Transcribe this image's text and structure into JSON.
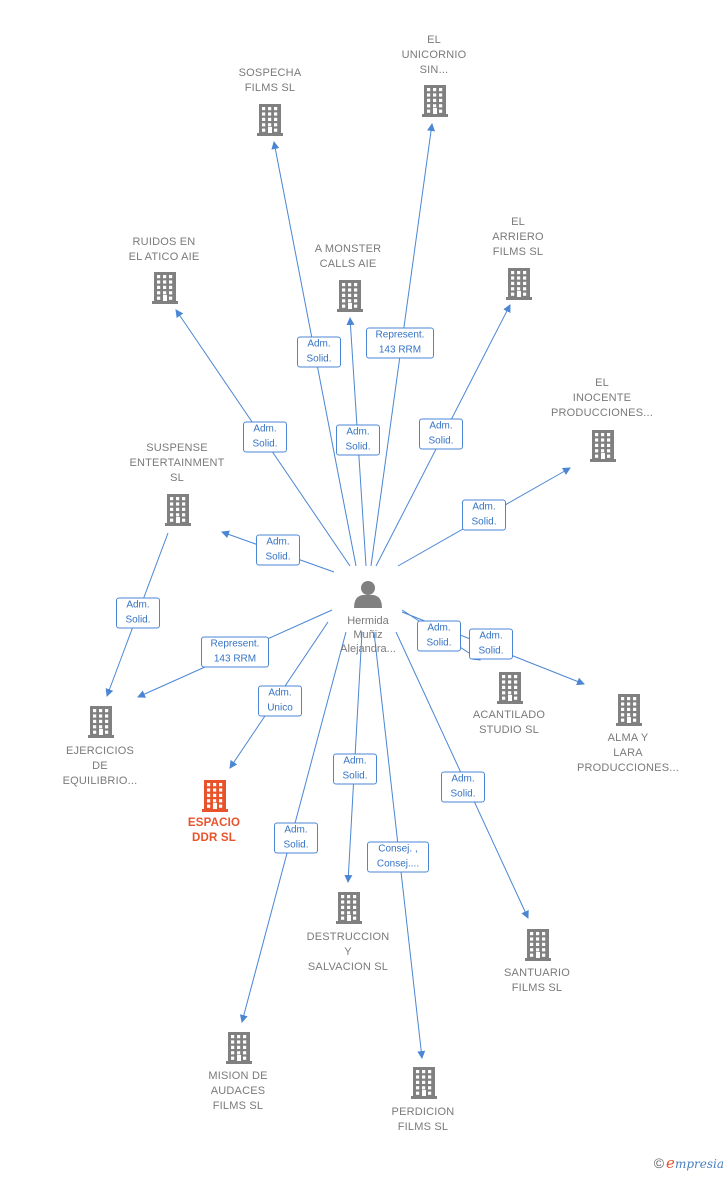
{
  "person": {
    "name": "Hermida\nMuñiz\nAlejandra...",
    "icon": "person-icon"
  },
  "companies": [
    {
      "id": "sospecha",
      "name": "SOSPECHA\nFILMS  SL",
      "icon": "building-icon",
      "main": false
    },
    {
      "id": "unicornio",
      "name": "EL\nUNICORNIO\nSIN...",
      "icon": "building-icon",
      "main": false
    },
    {
      "id": "ruidos",
      "name": "RUIDOS EN\nEL ATICO AIE",
      "icon": "building-icon",
      "main": false
    },
    {
      "id": "monster",
      "name": "A MONSTER\nCALLS AIE",
      "icon": "building-icon",
      "main": false
    },
    {
      "id": "arriero",
      "name": "EL\nARRIERO\nFILMS  SL",
      "icon": "building-icon",
      "main": false
    },
    {
      "id": "inocente",
      "name": "EL\nINOCENTE\nPRODUCCIONES...",
      "icon": "building-icon",
      "main": false
    },
    {
      "id": "suspense",
      "name": "SUSPENSE\nENTERTAINMENT\nSL",
      "icon": "building-icon",
      "main": false
    },
    {
      "id": "ejercicios",
      "name": "EJERCICIOS\nDE\nEQUILIBRIO...",
      "icon": "building-icon",
      "main": false
    },
    {
      "id": "espacio",
      "name": "ESPACIO\nDDR  SL",
      "icon": "building-icon",
      "main": true
    },
    {
      "id": "acantilado",
      "name": "ACANTILADO\nSTUDIO  SL",
      "icon": "building-icon",
      "main": false
    },
    {
      "id": "almalara",
      "name": "ALMA Y\nLARA\nPRODUCCIONES...",
      "icon": "building-icon",
      "main": false
    },
    {
      "id": "destruccion",
      "name": "DESTRUCCION\nY\nSALVACION  SL",
      "icon": "building-icon",
      "main": false
    },
    {
      "id": "santuario",
      "name": "SANTUARIO\nFILMS  SL",
      "icon": "building-icon",
      "main": false
    },
    {
      "id": "mision",
      "name": "MISION DE\nAUDACES\nFILMS  SL",
      "icon": "building-icon",
      "main": false
    },
    {
      "id": "perdicion",
      "name": "PERDICION\nFILMS  SL",
      "icon": "building-icon",
      "main": false
    }
  ],
  "relations": [
    {
      "to": "sospecha",
      "label": "Adm.\nSolid."
    },
    {
      "to": "unicornio",
      "label": "Represent.\n143 RRM"
    },
    {
      "to": "ruidos",
      "label": "Adm.\nSolid."
    },
    {
      "to": "monster",
      "label": "Adm.\nSolid."
    },
    {
      "to": "arriero",
      "label": "Adm.\nSolid."
    },
    {
      "to": "inocente",
      "label": "Adm.\nSolid."
    },
    {
      "to": "suspense",
      "label": "Adm.\nSolid."
    },
    {
      "to": "ejercicios",
      "label": "Represent.\n143 RRM"
    },
    {
      "to": "espacio",
      "label": "Adm.\nUnico"
    },
    {
      "to": "acantilado",
      "label": "Adm.\nSolid."
    },
    {
      "to": "almalara",
      "label": "Adm.\nSolid."
    },
    {
      "to": "destruccion",
      "label": "Adm.\nSolid."
    },
    {
      "to": "santuario",
      "label": "Adm.\nSolid."
    },
    {
      "to": "mision",
      "label": "Adm.\nSolid."
    },
    {
      "to": "perdicion",
      "label": "Consej. ,\nConsej...."
    }
  ],
  "links": [
    {
      "from": "suspense",
      "to": "ejercicios",
      "label": "Adm.\nSolid."
    }
  ],
  "colors": {
    "edge": "#4a86d4",
    "building": "#808080",
    "main_building": "#e8532b",
    "person": "#808080"
  },
  "footer": {
    "copyright_symbol": "©",
    "brand_initial": "e",
    "brand_rest": "mpresia"
  }
}
